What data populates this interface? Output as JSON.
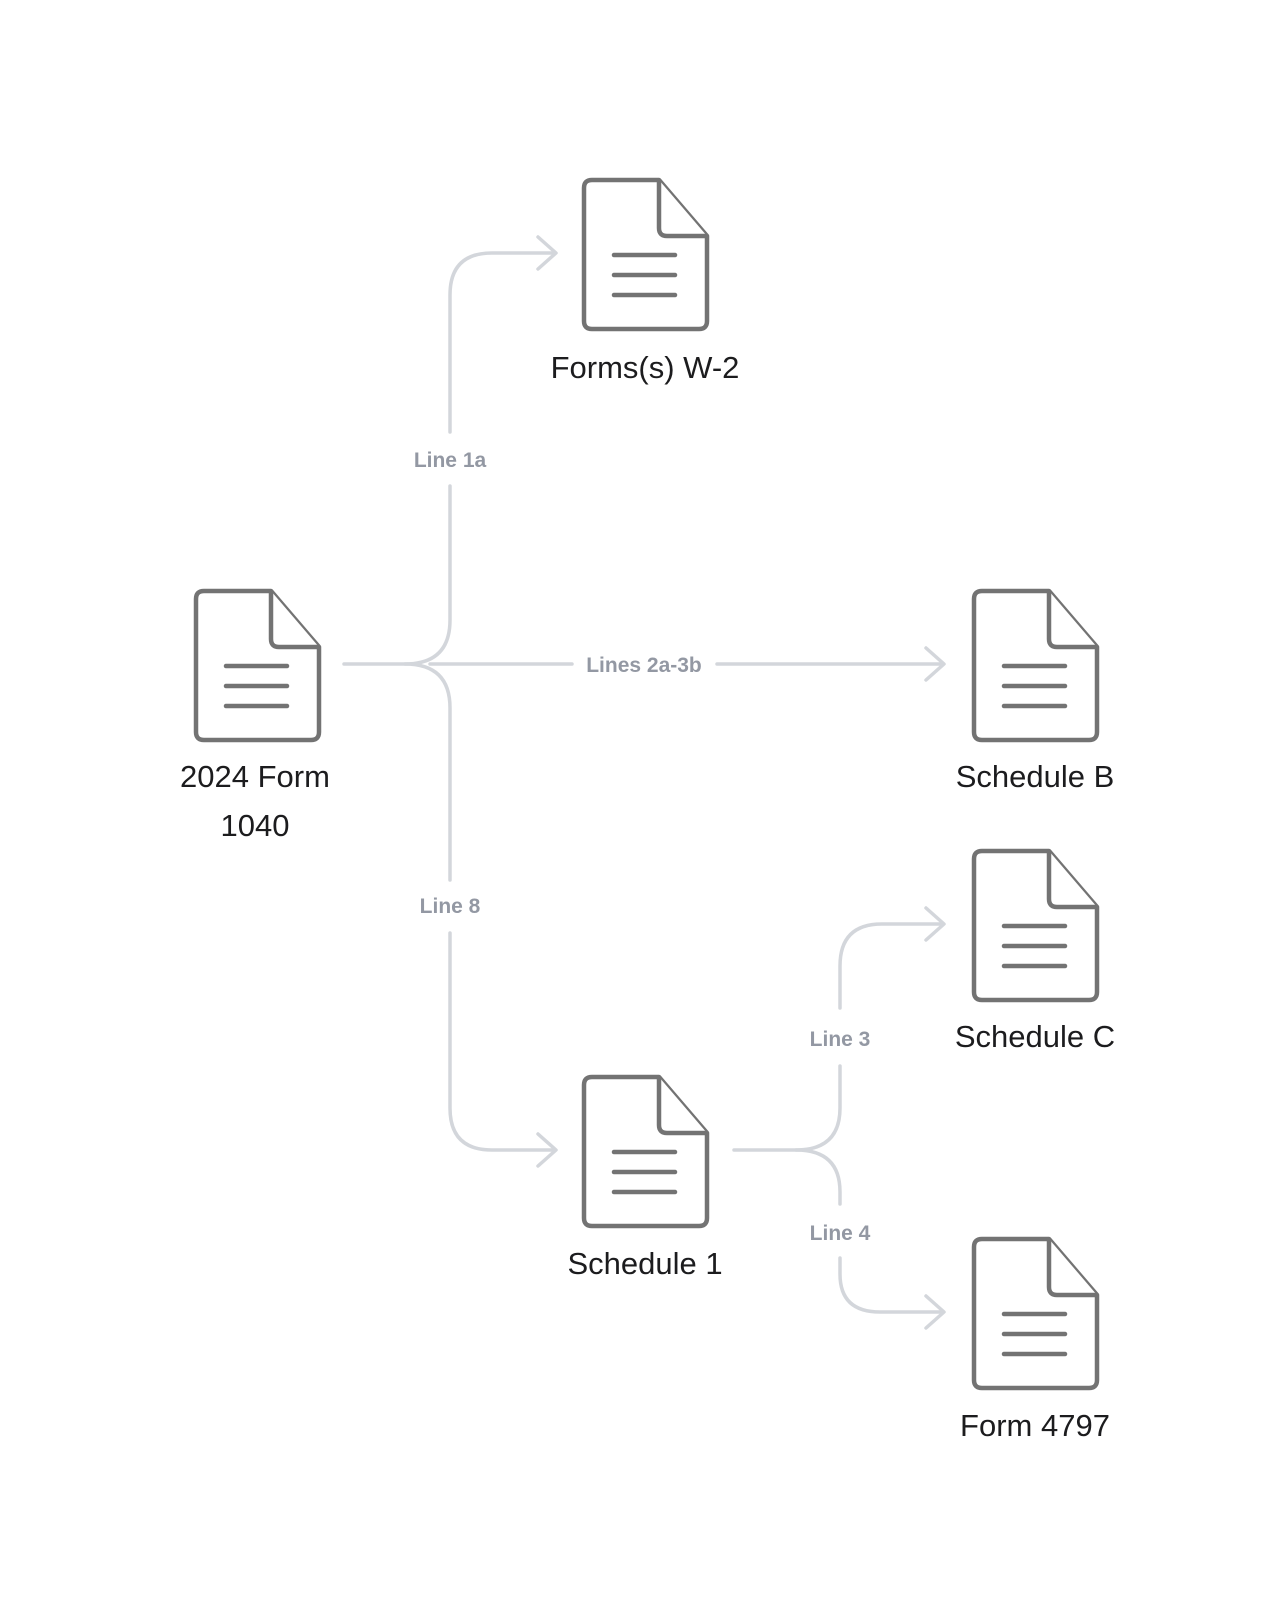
{
  "colors": {
    "connector": "#d3d6db",
    "edge_label": "#9398a3",
    "doc_icon": "#737373",
    "doc_label": "#1c1c1e",
    "background": "#ffffff"
  },
  "nodes": {
    "form_1040": {
      "label_line1": "2024 Form",
      "label_line2": "1040",
      "icon": "document-icon"
    },
    "form_w2": {
      "label": "Forms(s) W-2",
      "icon": "document-icon"
    },
    "schedule_b": {
      "label": "Schedule B",
      "icon": "document-icon"
    },
    "schedule_1": {
      "label": "Schedule 1",
      "icon": "document-icon"
    },
    "schedule_c": {
      "label": "Schedule C",
      "icon": "document-icon"
    },
    "form_4797": {
      "label": "Form 4797",
      "icon": "document-icon"
    }
  },
  "edges": {
    "to_w2": {
      "label": "Line 1a"
    },
    "to_schedule_b": {
      "label": "Lines 2a-3b"
    },
    "to_schedule_1": {
      "label": "Line 8"
    },
    "to_schedule_c": {
      "label": "Line 3"
    },
    "to_form_4797": {
      "label": "Line 4"
    }
  }
}
